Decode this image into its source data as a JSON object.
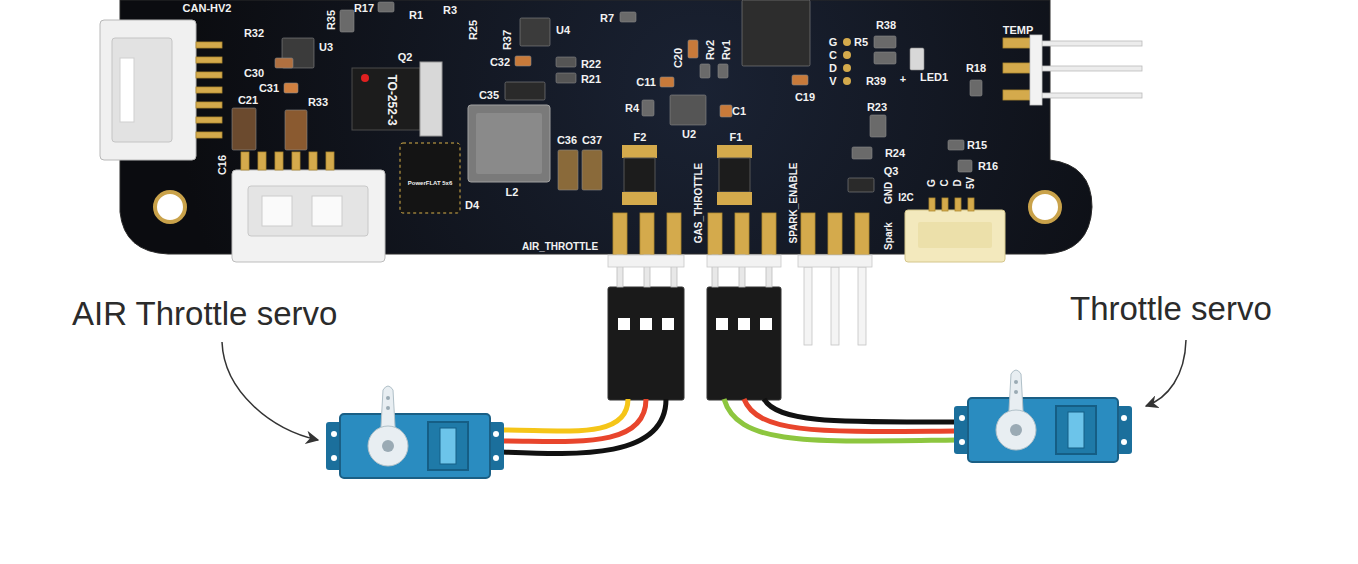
{
  "diagram": {
    "labels": [
      "CAN-HV2",
      "R32",
      "U3",
      "R35",
      "R17",
      "R1",
      "R3",
      "R25",
      "R37",
      "U4",
      "R7",
      "C30",
      "C31",
      "Q2",
      "TO-252-3",
      "C32",
      "R22",
      "R21",
      "C20",
      "Rv2",
      "Rv1",
      "G",
      "R5",
      "R38",
      "C",
      "D",
      "V",
      "C11",
      "R39",
      "+",
      "LED1",
      "TEMP",
      "R18",
      "C35",
      "C21",
      "R33",
      "C19",
      "R4",
      "C1",
      "R23",
      "U2",
      "C36",
      "C37",
      "F2",
      "F1",
      "R24",
      "R15",
      "C16",
      "R16",
      "Q3",
      "PowerFLAT 5x6",
      "L2",
      "D4",
      "I2C",
      "G",
      "C",
      "D",
      "5V",
      "GAS_THROTTLE",
      "SPARK_ENABLE",
      "GND",
      "Spark",
      "AIR_THROTTLE",
      "AIR Throttle servo",
      "Throttle servo"
    ]
  }
}
